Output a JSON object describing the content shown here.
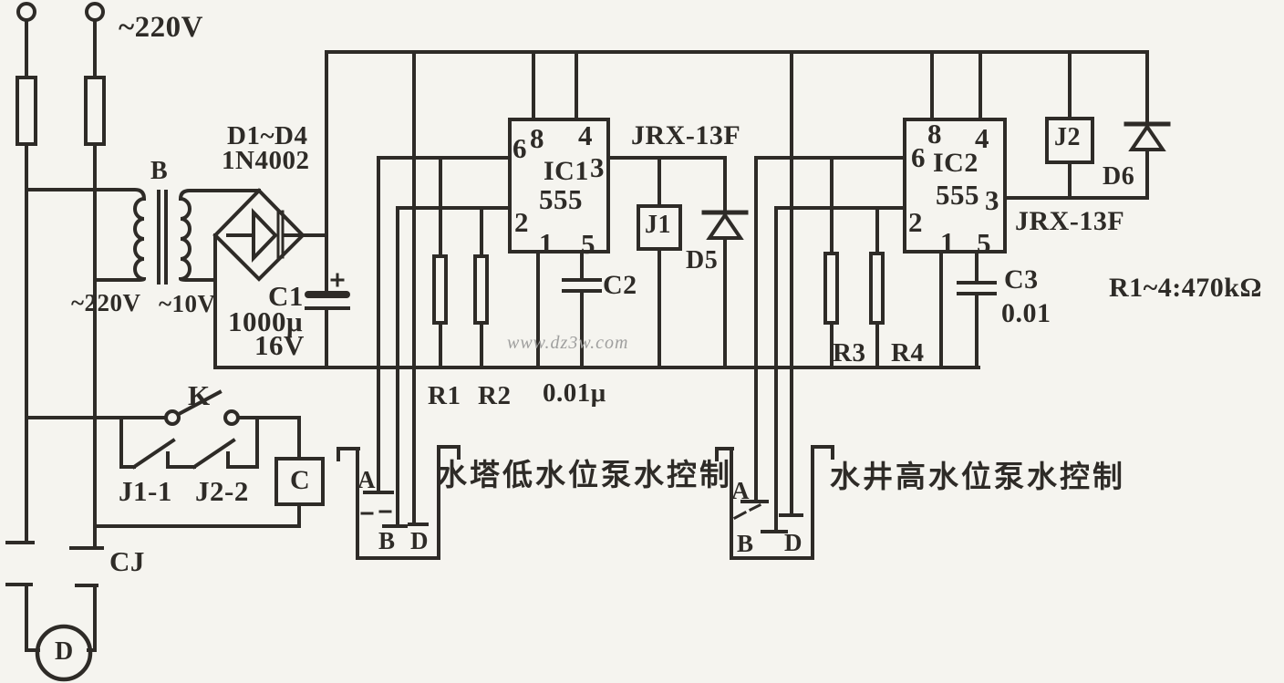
{
  "colors": {
    "background": "#f5f4ef",
    "ink": "#2e2b27",
    "watermark_gray": "#9f9f9e"
  },
  "power": {
    "mains_voltage": "~220V",
    "transformer_label": "B",
    "primary_voltage": "~220V",
    "secondary_voltage": "~10V",
    "bridge_name": "D1~D4",
    "bridge_part": "1N4002",
    "c1": {
      "name": "C1",
      "value": "1000μ",
      "rating": "16V"
    }
  },
  "pins": {
    "p1": "1",
    "p2": "2",
    "p3": "3",
    "p4": "4",
    "p5": "5",
    "p6": "6",
    "p8": "8"
  },
  "ic1": {
    "name": "IC1",
    "part": "555"
  },
  "ic2": {
    "name": "IC2",
    "part": "555"
  },
  "relays": {
    "j1": "J1",
    "j2": "J2",
    "model": "JRX-13F"
  },
  "diodes": {
    "d5": "D5",
    "d6": "D6"
  },
  "rc": {
    "r1": "R1",
    "r2": "R2",
    "r3": "R3",
    "r4": "R4",
    "c2": "C2",
    "c2_value": "0.01μ",
    "c3": "C3",
    "c3_value": "0.01",
    "resistor_note": "R1~4:470kΩ"
  },
  "control": {
    "switch": "K",
    "contact_j1_1": "J1-1",
    "contact_j2_2": "J2-2",
    "coil": "C",
    "contactor": "CJ",
    "motor": "D"
  },
  "tank1": {
    "caption": "水塔低水位泵水控制",
    "a": "A",
    "b": "B",
    "d": "D"
  },
  "tank2": {
    "caption": "水井高水位泵水控制",
    "a": "A",
    "b": "B",
    "d": "D"
  },
  "watermark": "www.dz3w.com"
}
